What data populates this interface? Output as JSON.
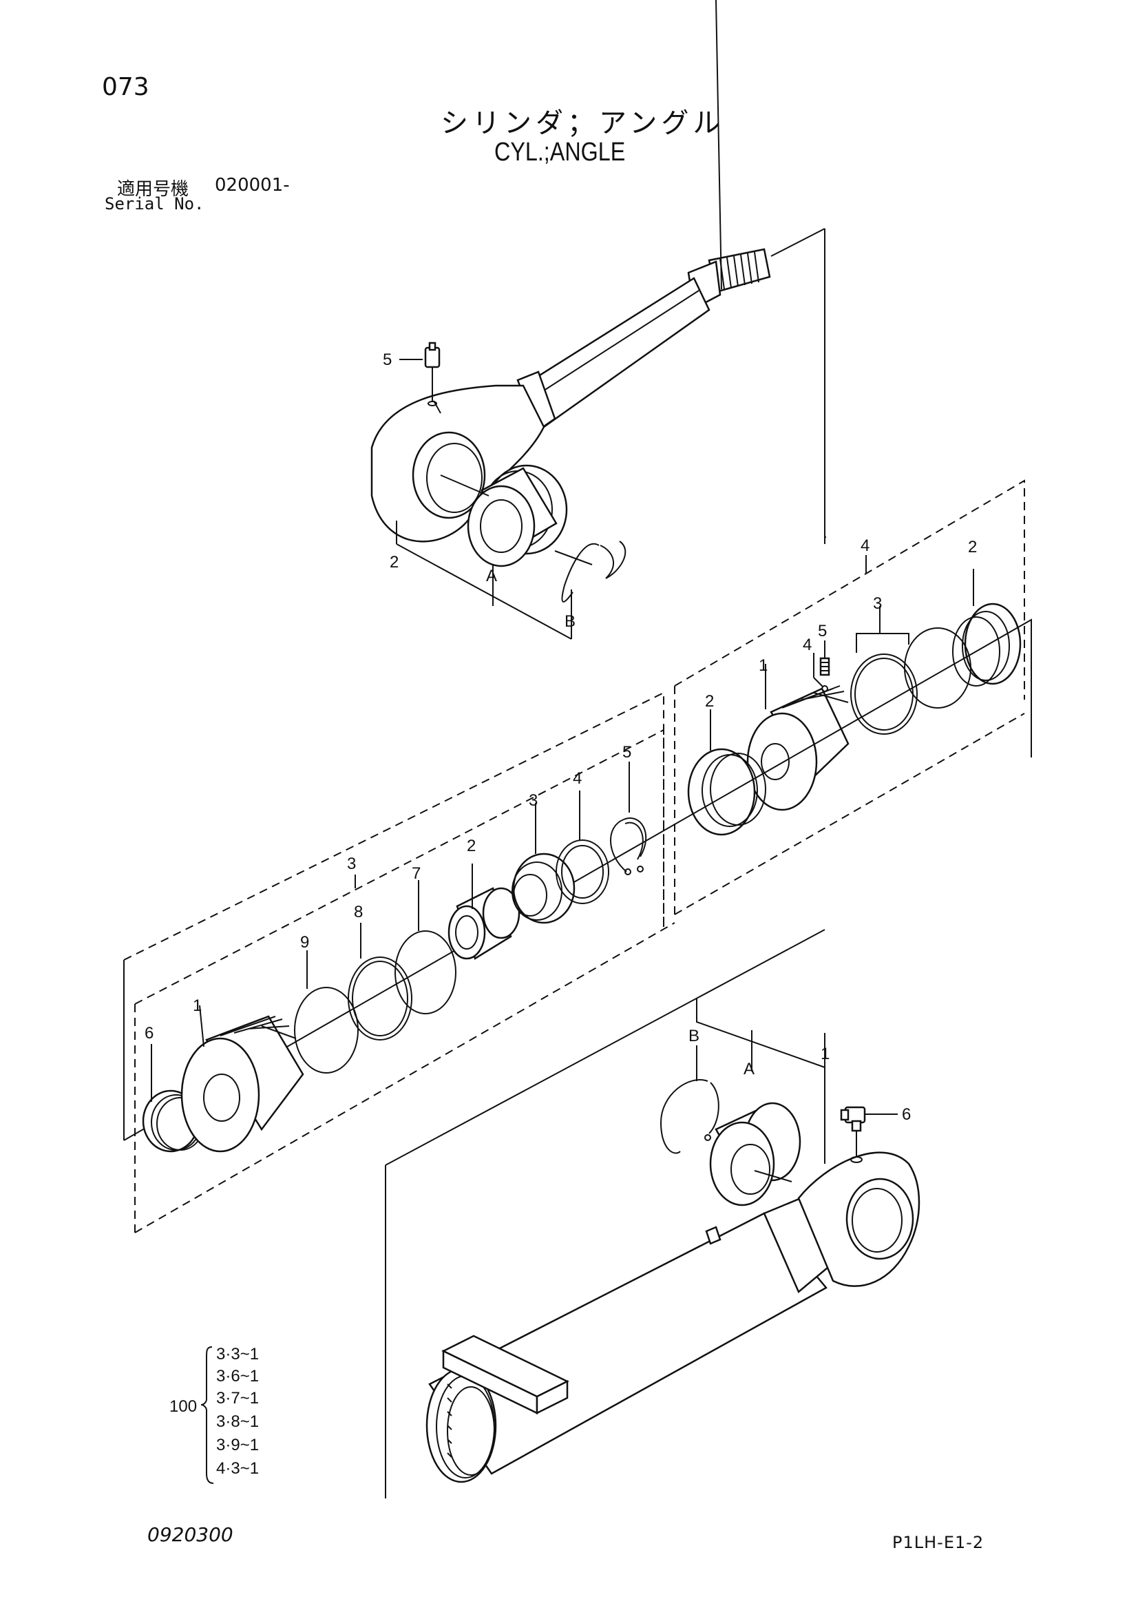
{
  "header": {
    "page_number": "073",
    "title_jp": "シリンダ；アングル",
    "title_en": "CYL.;ANGLE",
    "serial_label_jp": "適用号機",
    "serial_value": "020001-",
    "serial_label_en": "Serial No."
  },
  "callouts": {
    "rod_assembly": [
      "5",
      "2",
      "A",
      "B"
    ],
    "piston_group": [
      "4",
      "2",
      "3",
      "5",
      "4",
      "1",
      "2"
    ],
    "head_group": [
      "3",
      "6",
      "1",
      "9",
      "8",
      "7",
      "2",
      "3",
      "4",
      "5"
    ],
    "tube_assembly": [
      "B",
      "A",
      "1",
      "6"
    ]
  },
  "kit": {
    "number": "100",
    "items": [
      "3·3~1",
      "3·6~1",
      "3·7~1",
      "3·8~1",
      "3·9~1",
      "4·3~1"
    ]
  },
  "footer": {
    "doc_code": "0920300",
    "sheet_code": "P1LH-E1-2"
  }
}
